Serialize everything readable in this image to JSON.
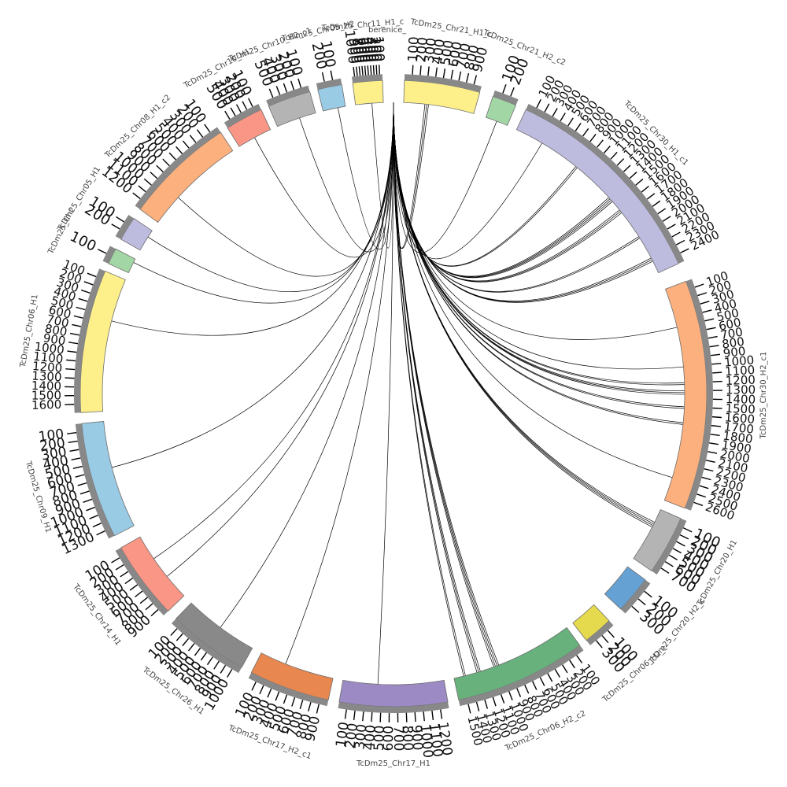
{
  "chart_data": {
    "type": "chord",
    "hub": {
      "label": "berenice_"
    },
    "segments": [
      {
        "name": "TcDm25_Chr21_H1_c",
        "color": "#fdf08a",
        "ticks": [
          "100",
          "200",
          "300",
          "400",
          "500",
          "600",
          "700",
          "800",
          "900"
        ]
      },
      {
        "name": "TcDm25_Chr21_H2_c2",
        "color": "#a3d6a5",
        "ticks": [
          "100",
          "200"
        ]
      },
      {
        "name": "TcDm25_Chr30_H1_c1",
        "color": "#bdbbde",
        "ticks": [
          "100",
          "200",
          "300",
          "400",
          "500",
          "600",
          "700",
          "800",
          "900",
          "1000",
          "1100",
          "1200",
          "1300",
          "1400",
          "1500",
          "1600",
          "1700",
          "1800",
          "1900",
          "2000",
          "2100",
          "2200",
          "2300",
          "2400"
        ]
      },
      {
        "name": "TcDm25_Chr30_H2_c1",
        "color": "#fcb07e",
        "ticks": [
          "100",
          "200",
          "300",
          "400",
          "500",
          "600",
          "700",
          "800",
          "900",
          "1000",
          "1100",
          "1200",
          "1300",
          "1400",
          "1500",
          "1600",
          "1700",
          "1800",
          "1900",
          "2000",
          "2100",
          "2200",
          "2300",
          "2400",
          "2500",
          "2600"
        ]
      },
      {
        "name": "TcDm25_Chr20_H1",
        "color": "#b4b4b4",
        "ticks": [
          "100",
          "200",
          "300",
          "400",
          "500",
          "600",
          "700"
        ]
      },
      {
        "name": "TcDm25_Chr20_H2_c",
        "color": "#66a1d3",
        "ticks": [
          "100",
          "200",
          "300"
        ]
      },
      {
        "name": "TcDm25_Chr06_H2_c",
        "color": "#e5d94d",
        "ticks": [
          "100",
          "200",
          "300"
        ]
      },
      {
        "name": "TcDm25_Chr06_H2_c2",
        "color": "#68b07c",
        "ticks": [
          "100",
          "200",
          "300",
          "400",
          "500",
          "600",
          "700",
          "800",
          "900",
          "1000",
          "1100",
          "1200",
          "1300",
          "1400",
          "1500"
        ]
      },
      {
        "name": "TcDm25_Chr17_H1",
        "color": "#9c8ac4",
        "ticks": [
          "100",
          "200",
          "300",
          "400",
          "500",
          "600",
          "700",
          "800",
          "900",
          "1000",
          "1100",
          "1200"
        ]
      },
      {
        "name": "TcDm25_Chr17_H2_c1",
        "color": "#e8874f",
        "ticks": [
          "100",
          "200",
          "300",
          "400",
          "500",
          "600",
          "700",
          "800",
          "900"
        ]
      },
      {
        "name": "TcDm25_Chr26_H1",
        "color": "#898989",
        "ticks": [
          "100",
          "200",
          "300",
          "400",
          "500",
          "600",
          "700",
          "800",
          "900",
          "1000"
        ]
      },
      {
        "name": "TcDm25_Chr14_H1",
        "color": "#f99686",
        "ticks": [
          "100",
          "200",
          "300",
          "400",
          "500",
          "600",
          "700",
          "800",
          "900"
        ]
      },
      {
        "name": "TcDm25_Chr09_H1",
        "color": "#9acbe5",
        "ticks": [
          "100",
          "200",
          "300",
          "400",
          "500",
          "600",
          "700",
          "800",
          "900",
          "1000",
          "1100",
          "1200",
          "1300"
        ]
      },
      {
        "name": "TcDm25_Chr06_H1",
        "color": "#fdf08a",
        "ticks": [
          "100",
          "200",
          "300",
          "400",
          "500",
          "600",
          "700",
          "800",
          "900",
          "1000",
          "1100",
          "1200",
          "1300",
          "1400",
          "1500",
          "1600"
        ]
      },
      {
        "name": "TcDm25_Chr",
        "color": "#a3d6a5",
        "ticks": [
          "100"
        ]
      },
      {
        "name": "TcDm25_Chr05_H1",
        "color": "#bdbbde",
        "ticks": [
          "100",
          "200"
        ]
      },
      {
        "name": "TcDm25_Chr08_H1_c2",
        "color": "#fcb07e",
        "ticks": [
          "100",
          "200",
          "300",
          "400",
          "500",
          "600",
          "700",
          "800",
          "900",
          "1000",
          "1100",
          "1200"
        ]
      },
      {
        "name": "TcDm25_Chr10_H1",
        "color": "#f99686",
        "ticks": [
          "100",
          "200",
          "300",
          "400",
          "500"
        ]
      },
      {
        "name": "TcDm25_Chr10_H2_c1",
        "color": "#b4b4b4",
        "ticks": [
          "100",
          "200",
          "300",
          "400",
          "500"
        ]
      },
      {
        "name": "TcDm25_Chr05_H2",
        "color": "#9acbe5",
        "ticks": [
          "100",
          "200"
        ]
      },
      {
        "name": "TcDm25_Chr11_H1_c",
        "color": "#fdf08a",
        "ticks": [
          "100",
          "200",
          "300",
          "400",
          "500",
          "600",
          "700",
          "800",
          "900",
          "1000"
        ]
      }
    ],
    "links": [
      {
        "segment": "TcDm25_Chr21_H1_c",
        "position": 300,
        "count": 3
      },
      {
        "segment": "TcDm25_Chr21_H2_c2",
        "position": 150,
        "count": 1
      },
      {
        "segment": "TcDm25_Chr30_H1_c1",
        "position": 350,
        "count": 1
      },
      {
        "segment": "TcDm25_Chr30_H1_c1",
        "position": 850,
        "count": 2
      },
      {
        "segment": "TcDm25_Chr30_H1_c1",
        "position": 1400,
        "count": 4
      },
      {
        "segment": "TcDm25_Chr30_H1_c1",
        "position": 1600,
        "count": 3
      },
      {
        "segment": "TcDm25_Chr30_H1_c1",
        "position": 2000,
        "count": 2
      },
      {
        "segment": "TcDm25_Chr30_H1_c1",
        "position": 2300,
        "count": 3
      },
      {
        "segment": "TcDm25_Chr30_H2_c1",
        "position": 500,
        "count": 1
      },
      {
        "segment": "TcDm25_Chr30_H2_c1",
        "position": 1000,
        "count": 1
      },
      {
        "segment": "TcDm25_Chr30_H2_c1",
        "position": 1200,
        "count": 2
      },
      {
        "segment": "TcDm25_Chr30_H2_c1",
        "position": 1300,
        "count": 3
      },
      {
        "segment": "TcDm25_Chr30_H2_c1",
        "position": 1500,
        "count": 2
      },
      {
        "segment": "TcDm25_Chr30_H2_c1",
        "position": 1700,
        "count": 2
      },
      {
        "segment": "TcDm25_Chr30_H2_c1",
        "position": 2400,
        "count": 1
      },
      {
        "segment": "TcDm25_Chr20_H1",
        "position": 200,
        "count": 4
      },
      {
        "segment": "TcDm25_Chr06_H2_c2",
        "position": 1000,
        "count": 4
      },
      {
        "segment": "TcDm25_Chr06_H2_c2",
        "position": 1250,
        "count": 3
      },
      {
        "segment": "TcDm25_Chr06_H2_c2",
        "position": 1450,
        "count": 2
      },
      {
        "segment": "TcDm25_Chr17_H1",
        "position": 450,
        "count": 1
      },
      {
        "segment": "TcDm25_Chr17_H2_c1",
        "position": 350,
        "count": 1
      },
      {
        "segment": "TcDm25_Chr26_H1",
        "position": 550,
        "count": 1
      },
      {
        "segment": "TcDm25_Chr14_H1",
        "position": 350,
        "count": 1
      },
      {
        "segment": "TcDm25_Chr14_H1",
        "position": 650,
        "count": 1
      },
      {
        "segment": "TcDm25_Chr09_H1",
        "position": 600,
        "count": 1
      },
      {
        "segment": "TcDm25_Chr06_H1",
        "position": 550,
        "count": 1
      },
      {
        "segment": "TcDm25_Chr",
        "position": 50,
        "count": 1
      },
      {
        "segment": "TcDm25_Chr05_H1",
        "position": 100,
        "count": 1
      },
      {
        "segment": "TcDm25_Chr08_H1_c2",
        "position": 900,
        "count": 1
      },
      {
        "segment": "TcDm25_Chr10_H1",
        "position": 300,
        "count": 1
      },
      {
        "segment": "TcDm25_Chr10_H2_c1",
        "position": 250,
        "count": 1
      },
      {
        "segment": "TcDm25_Chr05_H2",
        "position": 100,
        "count": 1
      },
      {
        "segment": "TcDm25_Chr11_H1_c",
        "position": 450,
        "count": 1
      }
    ]
  }
}
